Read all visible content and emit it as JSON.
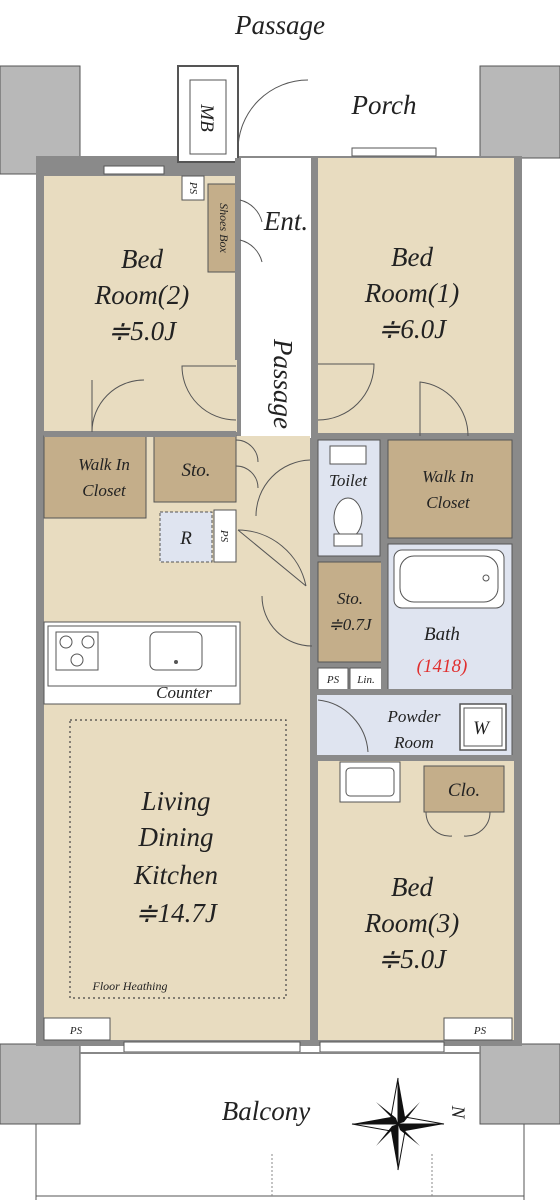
{
  "colors": {
    "room_fill": "#e8dcc0",
    "closet_fill": "#c4ae8a",
    "wet_fill": "#dfe4f0",
    "wall": "#8a8a8a",
    "outline": "#555555",
    "bath_size": "#e03030"
  },
  "labels": {
    "passage_top": "Passage",
    "porch": "Porch",
    "mb": "MB",
    "entrance": "Ent.",
    "shoes_box": "Shoes Box",
    "ps": "PS",
    "passage_mid": "Passage",
    "bed2": {
      "name1": "Bed",
      "name2": "Room(2)",
      "size": "≑5.0J"
    },
    "bed1": {
      "name1": "Bed",
      "name2": "Room(1)",
      "size": "≑6.0J"
    },
    "bed3": {
      "name1": "Bed",
      "name2": "Room(3)",
      "size": "≑5.0J"
    },
    "wic_left": {
      "line1": "Walk In",
      "line2": "Closet"
    },
    "wic_right": {
      "line1": "Walk In",
      "line2": "Closet"
    },
    "sto_upper": "Sto.",
    "refrigerator": "R",
    "toilet": "Toilet",
    "sto_lower": {
      "line1": "Sto.",
      "line2": "≑0.7J"
    },
    "bath": {
      "name": "Bath",
      "size": "(1418)"
    },
    "linen": "Lin.",
    "powder": {
      "line1": "Powder",
      "line2": "Room"
    },
    "washer": "W",
    "counter": "Counter",
    "closet": "Clo.",
    "ldk": {
      "line1": "Living",
      "line2": "Dining",
      "line3": "Kitchen",
      "size": "≑14.7J"
    },
    "floor_heating": "Floor Heathing",
    "balcony": "Balcony",
    "north": "N"
  },
  "icons": [
    "compass-rose-icon",
    "bathtub-icon",
    "toilet-icon",
    "sink-icon",
    "stove-icon",
    "washer-icon"
  ]
}
